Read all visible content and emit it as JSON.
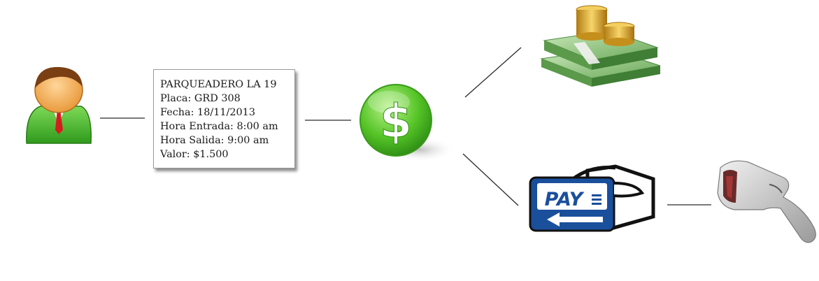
{
  "ticket": {
    "lines": [
      "PARQUEADERO LA 19",
      "Placa: GRD 308",
      "Fecha: 18/11/2013",
      "Hora Entrada: 8:00 am",
      "Hora Salida: 9:00 am",
      "Valor: $1.500"
    ]
  },
  "payment_icon": {
    "symbol": "$",
    "color": "#4fbf2a"
  },
  "card_icon": {
    "label": "PAY",
    "color": "#1a4f9c"
  },
  "icons": [
    "user-icon",
    "dollar-icon",
    "money-stack-icon",
    "pay-card-icon",
    "barcode-scanner-icon"
  ]
}
